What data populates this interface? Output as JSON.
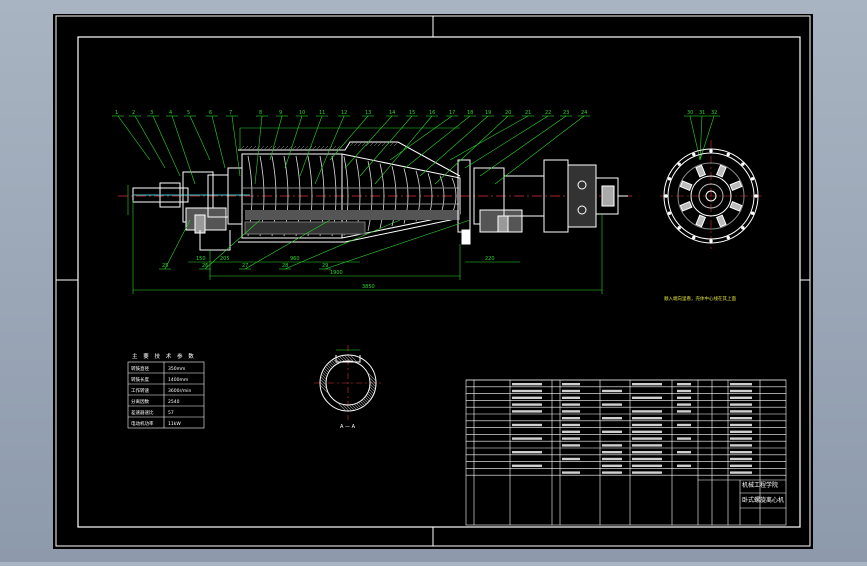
{
  "drawing": {
    "colors": {
      "background": "#000000",
      "outer_bg": "#9aa6b6",
      "frame": "#ffffff",
      "geometry": "#ffffff",
      "leader": "#2bd62b",
      "dimension": "#2bd62b",
      "hatch": "#9a9a9a",
      "section": "#e03030",
      "cyan": "#3fd0d0",
      "yellow": "#e0e040"
    },
    "balloons": [
      "1",
      "2",
      "3",
      "4",
      "5",
      "6",
      "7",
      "8",
      "9",
      "10",
      "11",
      "12",
      "13",
      "14",
      "15",
      "16",
      "17",
      "18",
      "19",
      "20",
      "21",
      "22",
      "23",
      "24",
      "25",
      "26",
      "27",
      "28",
      "29",
      "30",
      "31",
      "32"
    ],
    "dimensions": {
      "overall": "3850",
      "bowl": "1900",
      "drum": "960",
      "left_a": "150",
      "left_b": "205",
      "right_a": "220"
    },
    "end_view_note": "顺入端向里看，壳体中心线在其上面",
    "section_label": "A — A",
    "params_table": {
      "title": "主 要 技 术 参 数",
      "rows": [
        [
          "转鼓直径",
          "350mm"
        ],
        [
          "转鼓长度",
          "1400mm"
        ],
        [
          "工作转速",
          "3600r/min"
        ],
        [
          "分离因数",
          "2540"
        ],
        [
          "差速器速比",
          "57"
        ],
        [
          "电动机功率",
          "11kW"
        ]
      ]
    },
    "title_block": {
      "school": "机械工程学院",
      "drawing_title": "卧式螺旋离心机"
    }
  }
}
